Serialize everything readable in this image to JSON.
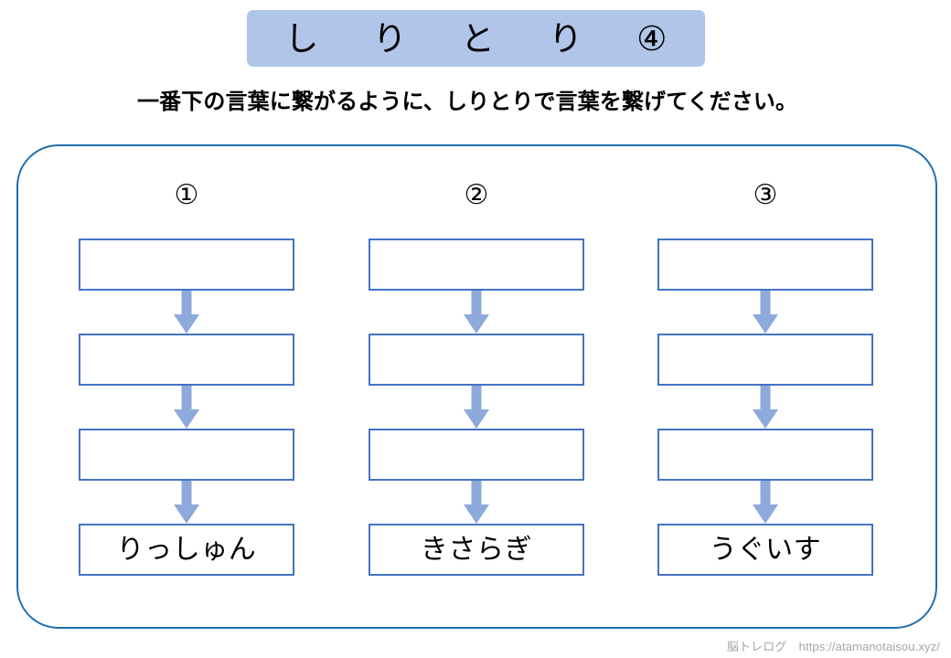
{
  "page": {
    "title": "しりとり ④",
    "background_color": "#ffffff"
  },
  "header": {
    "banner_text": "し　り　と　り　④",
    "banner_fill": "#b0c5e8",
    "instruction": "一番下の言葉に繋がるように、しりとりで言葉を繋げてください。"
  },
  "theme": {
    "frame_border_color": "#1f6eb0",
    "box_border_color": "#4472c4",
    "arrow_color": "#8ea9db",
    "text_color": "#000000",
    "footer_color": "#a6a6a6"
  },
  "worksheet": {
    "columns": [
      {
        "number_label": "①",
        "boxes": [
          {
            "value": "",
            "filled": false
          },
          {
            "value": "",
            "filled": false
          },
          {
            "value": "",
            "filled": false
          },
          {
            "value": "りっしゅん",
            "filled": true
          }
        ],
        "arrows": [
          "down-arrow-icon",
          "down-arrow-icon",
          "down-arrow-icon"
        ]
      },
      {
        "number_label": "②",
        "boxes": [
          {
            "value": "",
            "filled": false
          },
          {
            "value": "",
            "filled": false
          },
          {
            "value": "",
            "filled": false
          },
          {
            "value": "きさらぎ",
            "filled": true
          }
        ],
        "arrows": [
          "down-arrow-icon",
          "down-arrow-icon",
          "down-arrow-icon"
        ]
      },
      {
        "number_label": "③",
        "boxes": [
          {
            "value": "",
            "filled": false
          },
          {
            "value": "",
            "filled": false
          },
          {
            "value": "",
            "filled": false
          },
          {
            "value": "うぐいす",
            "filled": true
          }
        ],
        "arrows": [
          "down-arrow-icon",
          "down-arrow-icon",
          "down-arrow-icon"
        ]
      }
    ]
  },
  "footer": {
    "credit": "脳トレログ　https://atamanotaisou.xyz/"
  }
}
